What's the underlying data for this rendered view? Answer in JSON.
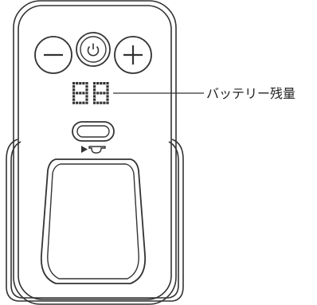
{
  "callout": {
    "label": "バッテリー残量"
  },
  "buttons": {
    "minus_icon": "minus-icon",
    "power_icon": "power-icon",
    "plus_icon": "plus-icon",
    "pill_button": "pill-button",
    "tea_icon": "tea-pour-icon"
  },
  "display": {
    "digits_shown": "88"
  },
  "colors": {
    "stroke": "#333333",
    "background": "#ffffff",
    "text": "#222222"
  }
}
